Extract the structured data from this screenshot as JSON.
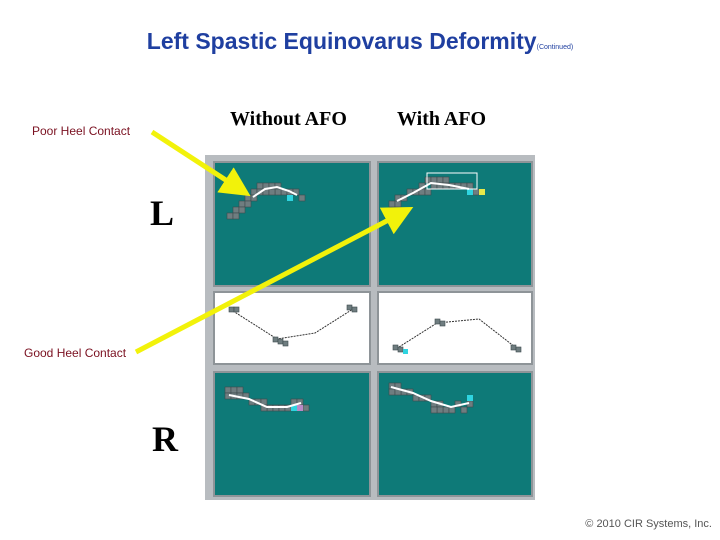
{
  "title": {
    "main": "Left Spastic Equinovarus Deformity",
    "suffix": "(Continued)"
  },
  "columns": {
    "without": "Without AFO",
    "with": "With AFO"
  },
  "sides": {
    "left": "L",
    "right": "R"
  },
  "callouts": {
    "poor": "Poor Heel Contact",
    "good": "Good Heel Contact"
  },
  "footer": {
    "copyright": "© 2010 CIR Systems, Inc."
  },
  "colors": {
    "panel_teal": "#0e7a78",
    "arrow": "#f2f20a",
    "title": "#1f3fa0",
    "callout": "#7a1020"
  }
}
